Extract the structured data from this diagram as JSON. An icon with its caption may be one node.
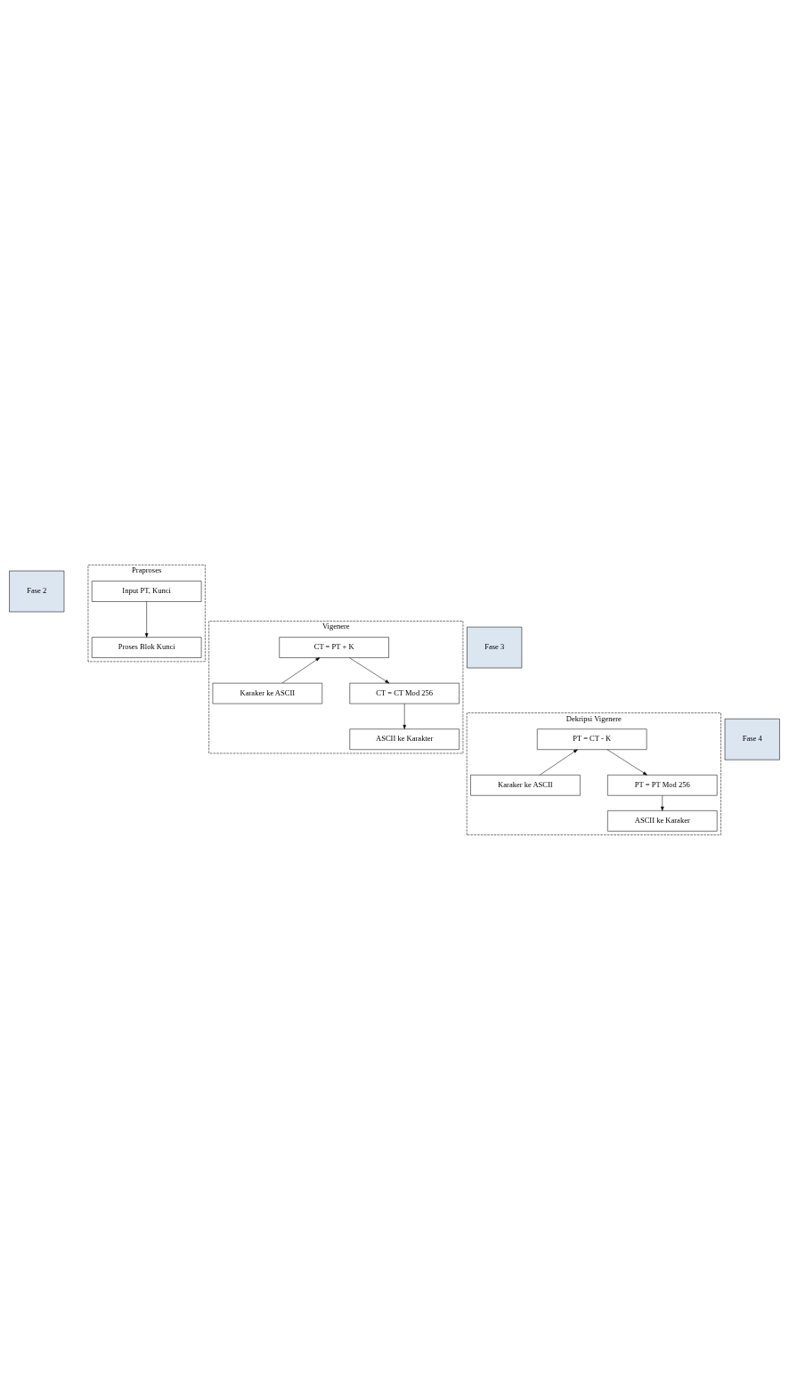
{
  "diagram": {
    "nodes": [
      {
        "text": [
          "Fase 2"
        ]
      },
      {
        "text": [
          "Praproses"
        ]
      },
      {
        "text": [
          "Input PT, Kunci"
        ],
        "in": 1
      },
      {
        "text": [
          "Proses Blok Kunci"
        ],
        "in": 1
      },
      {
        "text": [
          "Fase 3"
        ]
      },
      {
        "text": [
          "Vigenere"
        ]
      },
      {
        "text": [
          "Karaker ke ASCII"
        ],
        "in": 5
      },
      {
        "text": [
          "CT = PT + K"
        ],
        "in": 5
      },
      {
        "text": [
          "CT = CT Mod 256"
        ],
        "in": 5
      },
      {
        "text": [
          "ASCII ke Karakter"
        ],
        "in": 5
      },
      {
        "text": [
          "Fase 4"
        ]
      },
      {
        "text": [
          "Dekripsi Vigenere"
        ]
      },
      {
        "text": [
          "Karaker ke ASCII"
        ],
        "in": 11
      },
      {
        "text": [
          "PT = CT - K"
        ],
        "in": 11
      },
      {
        "text": [
          "PT = PT Mod 256"
        ],
        "in": 11
      },
      {
        "text": [
          "ASCII ke Karaker"
        ],
        "in": 11
      }
    ],
    "edges": [
      {
        "from": 2,
        "to": 3,
        "arrow": "to"
      },
      {
        "from": 6,
        "to": 7,
        "arrow": "to"
      },
      {
        "from": 7,
        "to": 8,
        "arrow": "to"
      },
      {
        "from": 8,
        "to": 9,
        "arrow": "to"
      },
      {
        "from": 12,
        "to": 13,
        "arrow": "to"
      },
      {
        "from": 13,
        "to": 14,
        "arrow": "to"
      },
      {
        "from": 14,
        "to": 15,
        "arrow": "to"
      }
    ]
  }
}
